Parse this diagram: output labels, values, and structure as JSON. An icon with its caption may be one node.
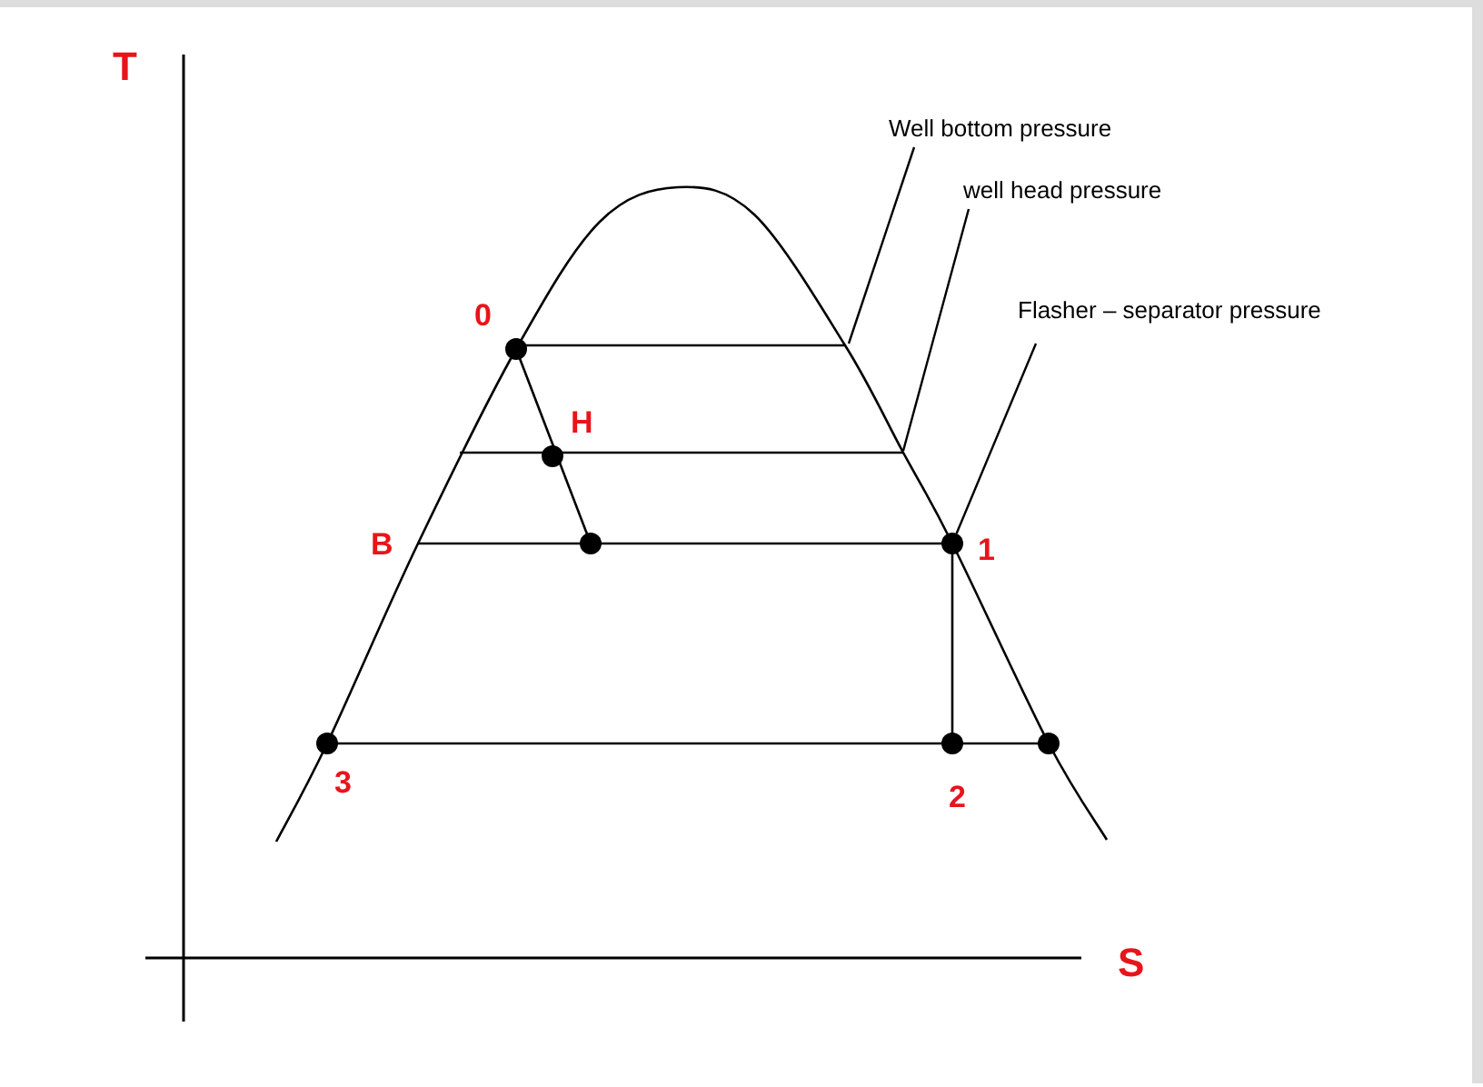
{
  "diagram": {
    "nodes": [
      {
        "text": [
          "Well bottom pressure"
        ]
      },
      {
        "text": [
          "well head pressure"
        ]
      },
      {
        "text": [
          "Flasher – separator pressure"
        ]
      },
      {
        "text": [],
        "shape": "circle"
      },
      {
        "text": [],
        "shape": "circle"
      },
      {
        "text": [],
        "shape": "circle"
      },
      {
        "text": [],
        "shape": "circle"
      },
      {
        "text": [],
        "shape": "circle"
      },
      {
        "text": [],
        "shape": "circle"
      },
      {
        "text": [],
        "shape": "circle"
      }
    ],
    "edges": [
      {
        "from": 0,
        "to": null,
        "arrow": "none"
      },
      {
        "from": 1,
        "to": null,
        "arrow": "none"
      },
      {
        "from": 2,
        "to": 6,
        "arrow": "none"
      }
    ],
    "labels": [
      "T",
      "0",
      "H",
      "B",
      "1",
      "3",
      "2",
      "S"
    ]
  }
}
